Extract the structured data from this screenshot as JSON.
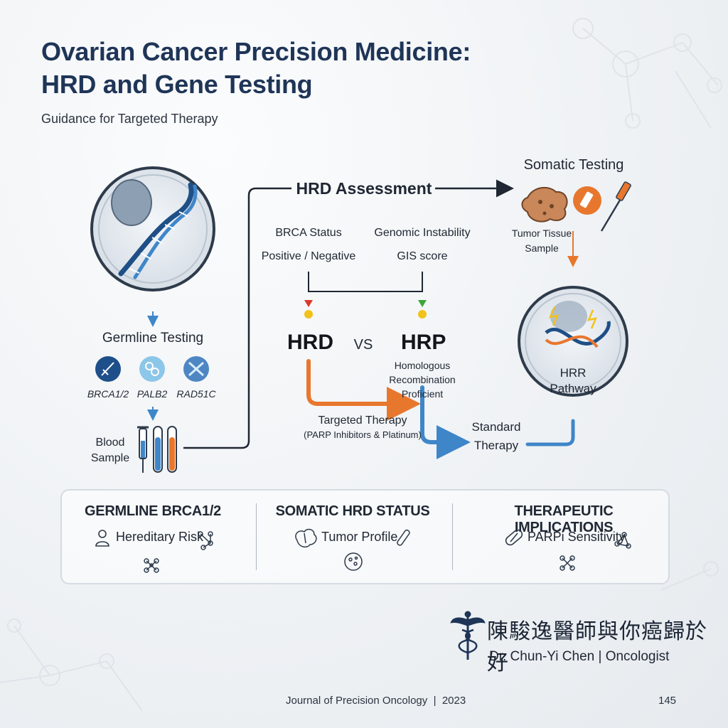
{
  "header": {
    "title_line1": "Ovarian Cancer Precision Medicine:",
    "title_line2": "HRD and Gene Testing",
    "subtitle": "Guidance for Targeted Therapy"
  },
  "germline": {
    "label": "Germline Testing",
    "genes": [
      "BRCA1/2",
      "PALB2",
      "RAD51C"
    ],
    "sample_label_line1": "Blood",
    "sample_label_line2": "Sample"
  },
  "assessment": {
    "label": "HRD Assessment",
    "brca_line1": "BRCA Status",
    "brca_line2": "Positive / Negative",
    "gis_line1": "Genomic Instability",
    "gis_line2": "GIS score",
    "hrd": "HRD",
    "vs": "VS",
    "hrp": "HRP",
    "hrp_desc_line1": "Homologous Recombination",
    "hrp_desc_line2": "Proficient",
    "targeted_line1": "Targeted Therapy",
    "targeted_line2": "(PARP Inhibitors & Platinum)",
    "standard_line1": "Standard",
    "standard_line2": "Therapy"
  },
  "somatic": {
    "label": "Somatic Testing",
    "tissue_line1": "Tumor Tissue",
    "tissue_line2": "Sample",
    "hrr_line1": "HRR",
    "hrr_line2": "Pathway"
  },
  "summary": {
    "col1_title": "GERMLINE BRCA1/2",
    "col1_item": "Hereditary Risk",
    "col2_title": "SOMATIC HRD STATUS",
    "col2_item": "Tumor Profile",
    "col3_title": "THERAPEUTIC IMPLICATIONS",
    "col3_item": "PARPi Sensitivity"
  },
  "brand": {
    "name_cn": "陳駿逸醫師與你癌歸於好",
    "name_en": "Dr. Chun-Yi Chen | Oncologist"
  },
  "footer": {
    "journal": "Journal of Precision Oncology  |  2023",
    "page": "145"
  },
  "colors": {
    "title": "#1f3557",
    "orange": "#e8772e",
    "blue": "#3f86c9",
    "red_marker": "#d93a2b",
    "green_marker": "#3aa63a",
    "yellow_marker": "#f2c21b"
  }
}
